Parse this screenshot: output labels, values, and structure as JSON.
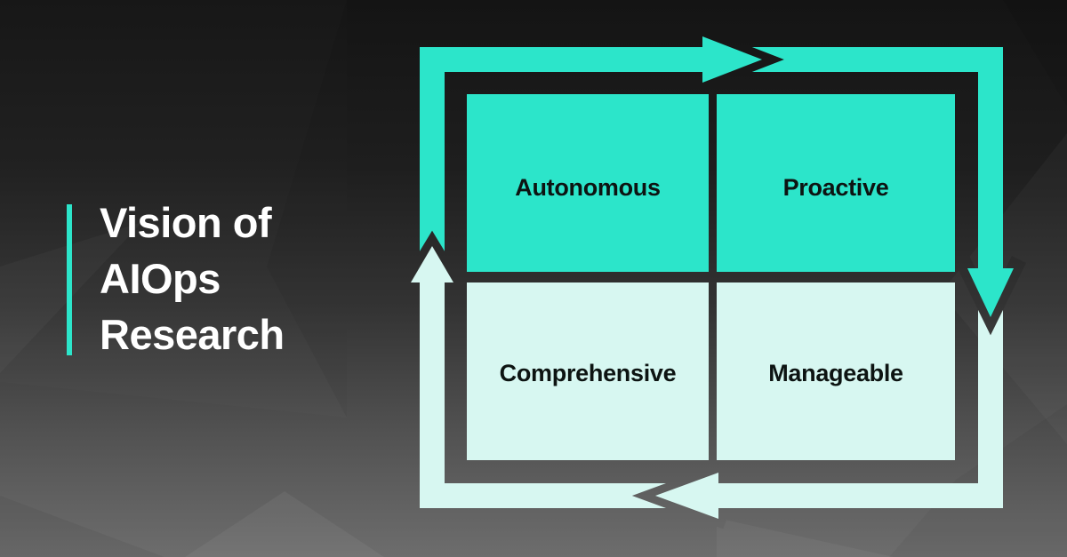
{
  "page": {
    "title": "Vision of\nAIOps\nResearch",
    "background_top_color": "#141414",
    "background_bottom_color": "#6d6d6d"
  },
  "diagram": {
    "type": "quadrant-cycle",
    "cycle_direction": "clockwise",
    "colors": {
      "teal": "#2ce5ca",
      "mint": "#d7f7f1",
      "label_text": "#0d1412",
      "title_text": "#ffffff"
    },
    "quadrants": [
      {
        "position": "top-left",
        "label": "Autonomous",
        "tone": "teal"
      },
      {
        "position": "top-right",
        "label": "Proactive",
        "tone": "teal"
      },
      {
        "position": "bottom-left",
        "label": "Comprehensive",
        "tone": "mint"
      },
      {
        "position": "bottom-right",
        "label": "Manageable",
        "tone": "mint"
      }
    ]
  }
}
